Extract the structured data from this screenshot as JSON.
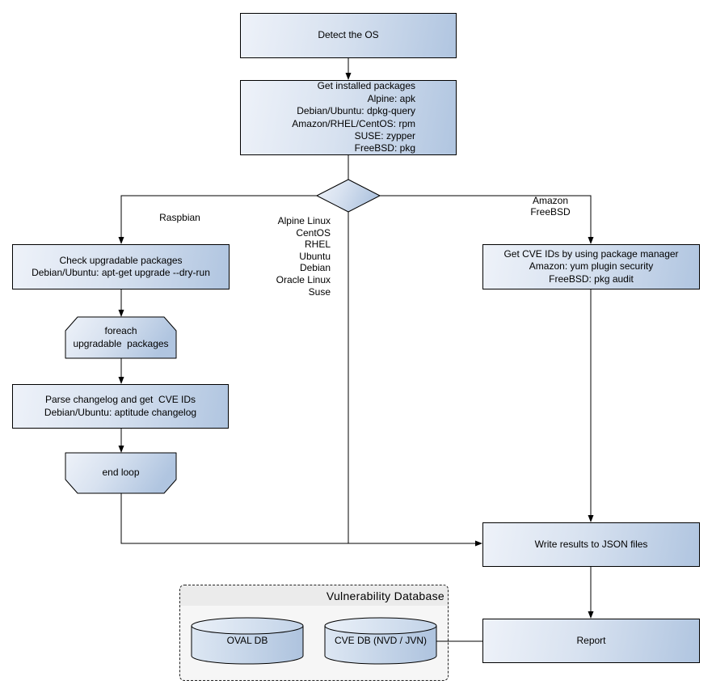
{
  "nodes": {
    "detect_os": {
      "label": "Detect the OS"
    },
    "get_installed_packages": {
      "label": "Get installed packages\nAlpine: apk\nDebian/Ubuntu: dpkg-query\nAmazon/RHEL/CentOS: rpm\nSUSE: zypper\nFreeBSD: pkg"
    },
    "check_upgradable": {
      "label": "Check upgradable packages\nDebian/Ubuntu: apt-get upgrade --dry-run"
    },
    "foreach_loop": {
      "label": "foreach\nupgradable  packages"
    },
    "parse_changelog": {
      "label": "Parse changelog and get  CVE IDs\nDebian/Ubuntu: aptitude changelog"
    },
    "end_loop": {
      "label": "end loop"
    },
    "get_cve_ids": {
      "label": "Get CVE IDs by using package manager\nAmazon: yum plugin security\nFreeBSD: pkg audit"
    },
    "write_results": {
      "label": "Write results to JSON files"
    },
    "report": {
      "label": "Report"
    },
    "oval_db": {
      "label": "OVAL DB"
    },
    "cve_db": {
      "label": "CVE DB (NVD / JVN)"
    }
  },
  "branch_labels": {
    "raspbian": "Raspbian",
    "amazon_freebsd": "Amazon\nFreeBSD",
    "os_list": "Alpine Linux\nCentOS\nRHEL\nUbuntu\nDebian\nOracle Linux\nSuse"
  },
  "container": {
    "title": "Vulnerability Database"
  },
  "colors": {
    "node_fill_light": "#eef2f9",
    "node_fill_dark": "#b0c5e0",
    "node_border": "#000000",
    "connector": "#000000",
    "container_bg": "#f6f6f6",
    "container_header_bg": "#ebebeb",
    "page_bg": "#ffffff"
  }
}
